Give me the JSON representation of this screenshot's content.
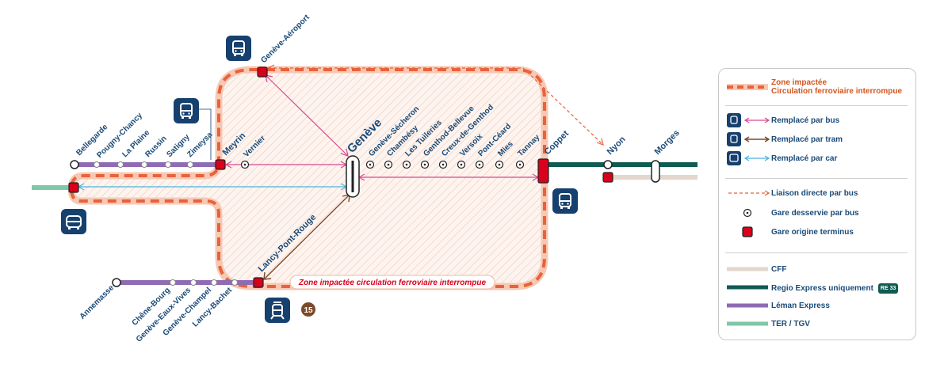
{
  "colors": {
    "impacted_zone": "#e8623a",
    "cff": "#e3d6cc",
    "regio_express": "#0f5b52",
    "leman_express": "#8f6bb3",
    "ter_tgv": "#7fc7a8",
    "bus": "#d9498f",
    "tram": "#7a4a2a",
    "car": "#4ab3e0",
    "navy": "#16406e",
    "terminus": "#d9001b"
  },
  "stations": {
    "bellegarde": "Bellegarde",
    "pougny": "Pougny-Chancy",
    "la_plaine": "La Plaine",
    "russin": "Russin",
    "satigny": "Satigny",
    "zimeysa": "Zimeysa",
    "meyrin": "Meyrin",
    "vernier": "Vernier",
    "aeroport": "Genève-Aéroport",
    "geneve": "Genève",
    "secheron": "Genève-Sécheron",
    "chambesy": "Chambésy",
    "tuileries": "Les Tuileries",
    "genthod_bellevue": "Genthod-Bellevue",
    "creux_de_genthod": "Creux-de-Genthod",
    "versoix": "Versoix",
    "pont_ceard": "Pont-Céard",
    "mies": "Mies",
    "tannay": "Tannay",
    "coppet": "Coppet",
    "nyon": "Nyon",
    "morges": "Morges",
    "lancy_pont_rouge": "Lancy-Pont-Rouge",
    "annemasse": "Annemasse",
    "chene_bourg": "Chêne-Bourg",
    "eaux_vives": "Genève-Eaux-Vives",
    "champel": "Genève-Champel",
    "bachet": "Lancy-Bachet"
  },
  "zone_label": "Zone impactée circulation ferroviaire interrompue",
  "tram_line_number": "15",
  "legend": {
    "zone_title": "Zone impactée",
    "zone_subtitle": "Circulation ferroviaire interrompue",
    "bus": "Remplacé par bus",
    "tram": "Remplacé par tram",
    "car": "Remplacé par car",
    "direct_bus": "Liaison directe par bus",
    "bus_served": "Gare desservie par bus",
    "terminus": "Gare origine terminus",
    "cff": "CFF",
    "regio": "Regio Express uniquement",
    "regio_badge": "RE 33",
    "leman": "Léman Express",
    "ter": "TER / TGV"
  },
  "icons": [
    "bus-icon",
    "tram-icon",
    "car-icon"
  ]
}
